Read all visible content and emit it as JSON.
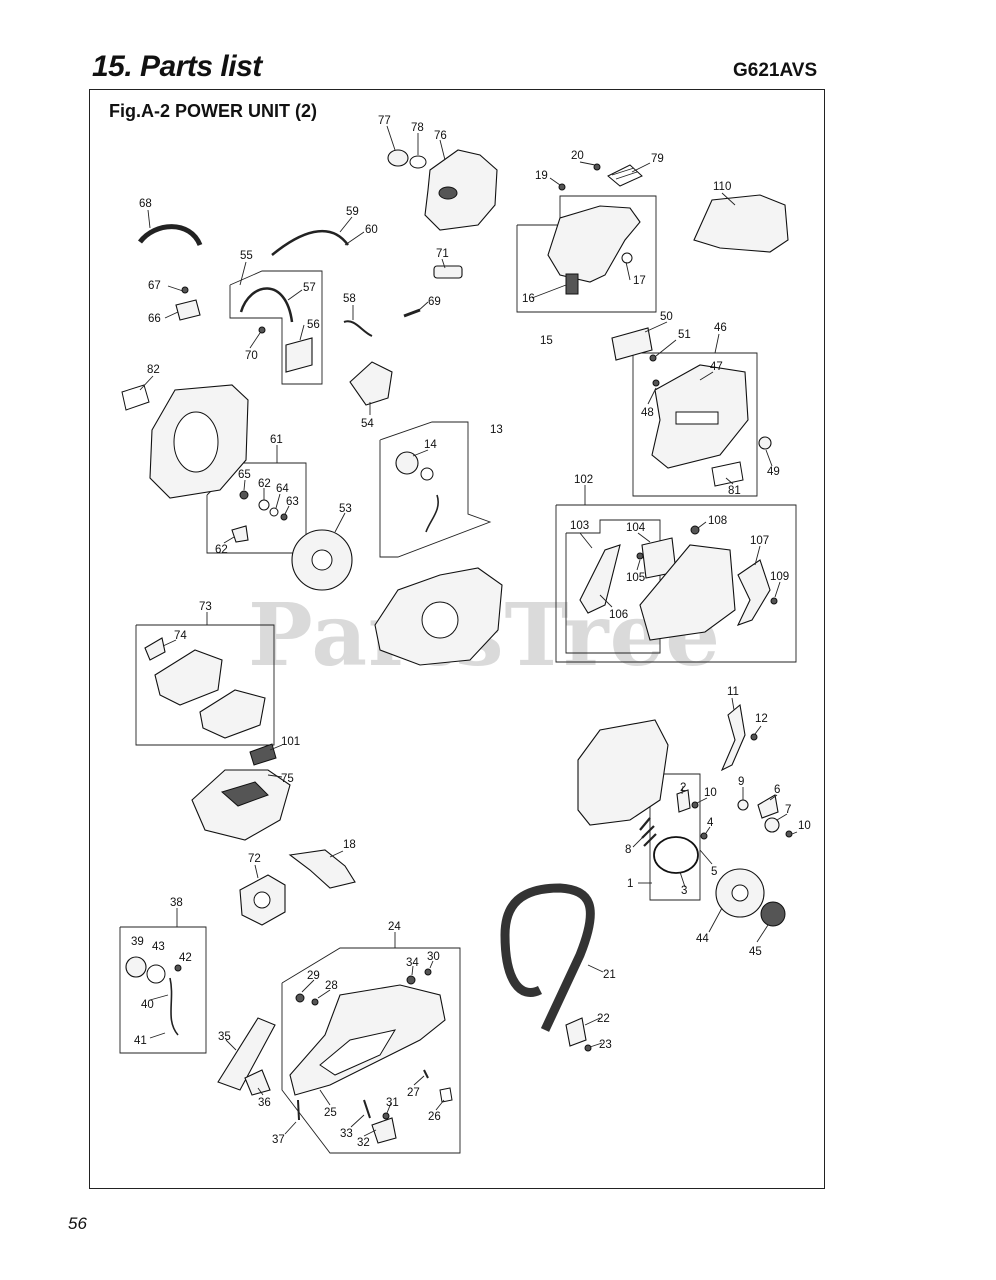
{
  "header": {
    "title": "15. Parts list",
    "model": "G621AVS"
  },
  "figure": {
    "title": "Fig.A-2  POWER UNIT (2)"
  },
  "watermark": "PartsTree",
  "page_number": "56",
  "part_labels": {
    "p1": "1",
    "p2": "2",
    "p3": "3",
    "p4": "4",
    "p5": "5",
    "p6": "6",
    "p7": "7",
    "p8": "8",
    "p9": "9",
    "p10a": "10",
    "p10b": "10",
    "p11": "11",
    "p12": "12",
    "p13": "13",
    "p14": "14",
    "p15": "15",
    "p16": "16",
    "p17": "17",
    "p18": "18",
    "p19": "19",
    "p20": "20",
    "p21": "21",
    "p22": "22",
    "p23": "23",
    "p24": "24",
    "p25": "25",
    "p26": "26",
    "p27": "27",
    "p28": "28",
    "p29": "29",
    "p30": "30",
    "p31": "31",
    "p32": "32",
    "p33": "33",
    "p34": "34",
    "p35": "35",
    "p36": "36",
    "p37": "37",
    "p38": "38",
    "p39": "39",
    "p40": "40",
    "p41": "41",
    "p42": "42",
    "p43": "43",
    "p44": "44",
    "p45": "45",
    "p46": "46",
    "p47": "47",
    "p48": "48",
    "p49": "49",
    "p50": "50",
    "p51": "51",
    "p53": "53",
    "p54": "54",
    "p55": "55",
    "p56": "56",
    "p57": "57",
    "p58": "58",
    "p59": "59",
    "p60": "60",
    "p61": "61",
    "p62a": "62",
    "p62b": "62",
    "p63": "63",
    "p64": "64",
    "p65": "65",
    "p66": "66",
    "p67": "67",
    "p68": "68",
    "p69": "69",
    "p70": "70",
    "p71": "71",
    "p72": "72",
    "p73": "73",
    "p74": "74",
    "p75": "75",
    "p76": "76",
    "p77": "77",
    "p78": "78",
    "p79": "79",
    "p81": "81",
    "p82": "82",
    "p101": "101",
    "p102": "102",
    "p103": "103",
    "p104": "104",
    "p105": "105",
    "p106": "106",
    "p107": "107",
    "p108": "108",
    "p109": "109",
    "p110": "110"
  }
}
